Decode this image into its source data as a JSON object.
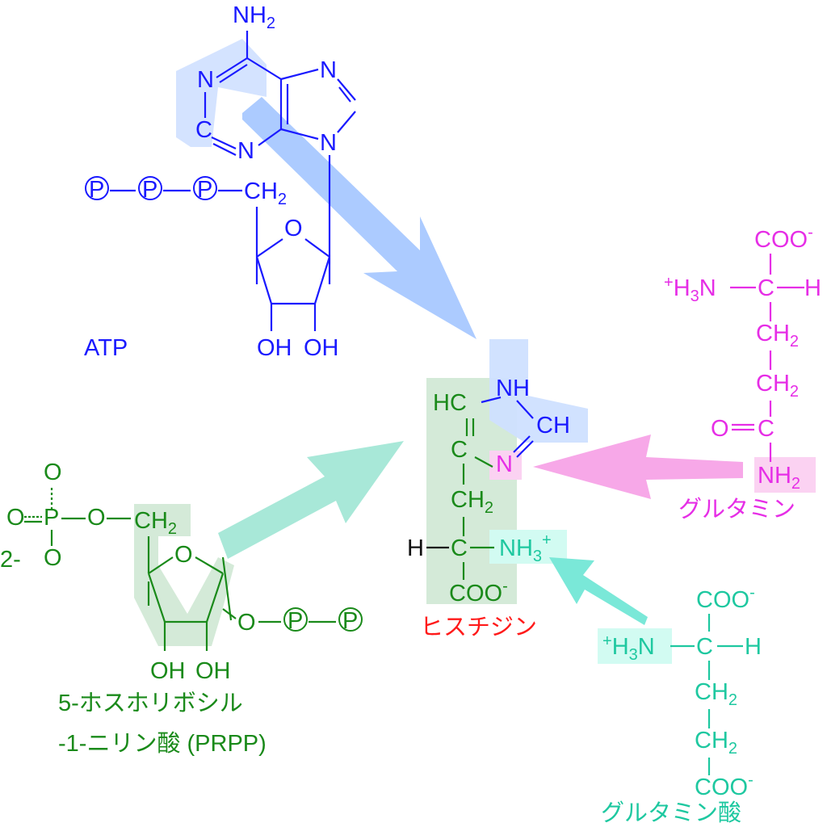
{
  "colors": {
    "atp": "#1a1aff",
    "prpp": "#1a8a1a",
    "glutamine": "#e62ee6",
    "glutamate": "#1ec8a0",
    "histidine_label": "#ff1a1a",
    "black": "#111111"
  },
  "labels": {
    "atp_name": "ATP",
    "prpp_name_line1": "5-ホスホリボシル",
    "prpp_name_line2": "-1-ニリン酸 (PRPP)",
    "glutamine_name": "グルタミン",
    "glutamate_name": "グルタミン酸",
    "histidine_name": "ヒスチジン"
  },
  "atoms": {
    "N": "N",
    "C": "C",
    "O": "O",
    "H": "H",
    "P": "P",
    "NH": "NH",
    "NH2": "NH",
    "sub2": "2",
    "sub3": "3",
    "OH": "OH",
    "CH": "CH",
    "HC": "HC",
    "CH2": "CH",
    "COO": "COO",
    "minus": "-",
    "plus": "+",
    "H3N": "H",
    "N_after_H3": "N",
    "NH3": "NH",
    "phosphate_circle": "P",
    "charge_2minus": "2-",
    "dash": "—"
  }
}
